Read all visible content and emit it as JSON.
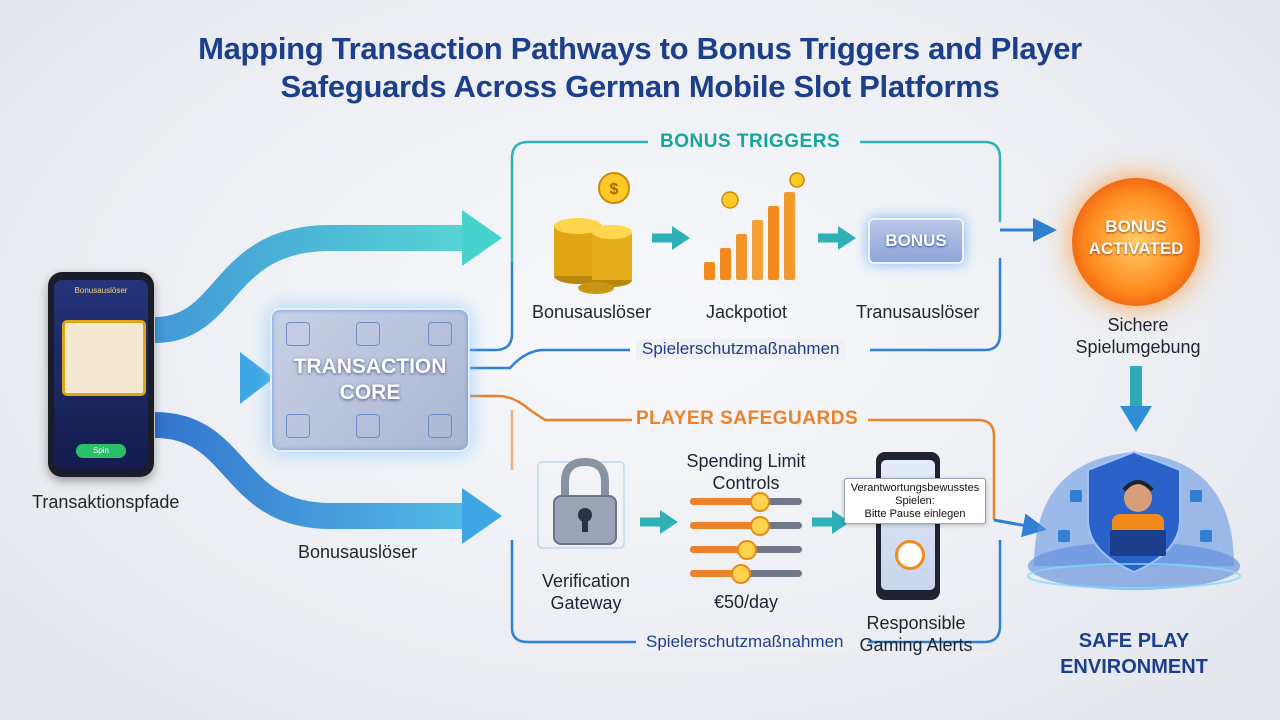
{
  "title": "Mapping Transaction Pathways to Bonus Triggers and Player Safeguards Across German Mobile Slot Platforms",
  "source": {
    "label": "Transaktionspfade",
    "phone_header": "Bonusauslöser",
    "phone_button": "Spin"
  },
  "core": {
    "label": "TRANSACTION CORE"
  },
  "bonus_section": {
    "heading": "BONUS TRIGGERS",
    "steps": [
      {
        "label": "Bonusauslöser",
        "icon": "coin-stack-icon"
      },
      {
        "label": "Jackpotiot",
        "icon": "rising-bars-icon"
      },
      {
        "label": "Tranusauslöser",
        "icon": "bonus-badge-icon",
        "badge": "BONUS"
      }
    ],
    "path_label": "Spielerschutzmaßnahmen",
    "result": "BONUS ACTIVATED",
    "result_caption": "Sichere Spielumgebung"
  },
  "safeguard_section": {
    "heading": "PLAYER SAFEGUARDS",
    "steps": [
      {
        "label": "Verification Gateway",
        "icon": "padlock-icon"
      },
      {
        "label": "Spending Limit Controls",
        "icon": "slider-controls-icon",
        "value": "€50/day"
      },
      {
        "label": "Responsible Gaming Alerts",
        "icon": "phone-alert-icon",
        "alert_text": [
          "Verantwortungsbewusstes",
          "Spielen:",
          "Bitte Pause einlegen"
        ]
      }
    ],
    "path_label": "Spielerschutzmaßnahmen",
    "lower_flow_label": "Bonusauslöser",
    "result": "SAFE PLAY ENVIRONMENT"
  },
  "slider_levels": [
    0.62,
    0.62,
    0.5,
    0.45
  ],
  "colors": {
    "title": "#1b3f8a",
    "bonus": "#16a59a",
    "safeguard": "#e9822a",
    "flow_blue": "#2a8fd8",
    "flow_teal": "#3cc7c9"
  }
}
